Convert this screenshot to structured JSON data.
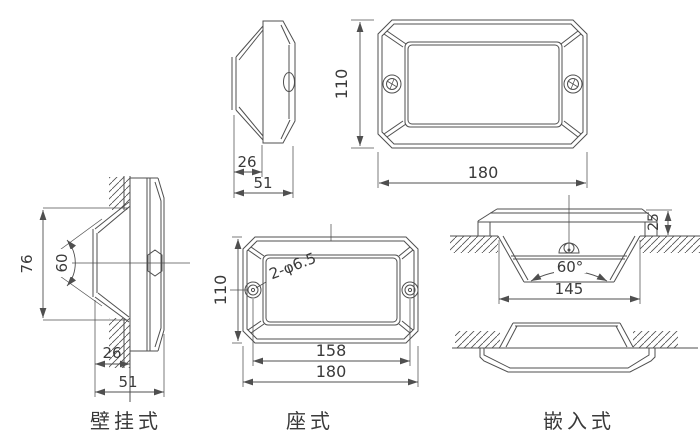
{
  "drawing": {
    "description": "Technical dimension drawing of a lamp fixture in three mounting styles",
    "colors": {
      "line": "#4f4f4f",
      "text": "#3a3a3a",
      "background": "#ffffff"
    },
    "views": {
      "side": {
        "dim_front_depth": "26",
        "dim_total_depth": "51"
      },
      "front": {
        "dim_height": "110",
        "dim_width": "180"
      },
      "wall": {
        "label": "壁挂式",
        "dim_height": "76",
        "dim_angle": "60",
        "dim_front_depth": "26",
        "dim_total_depth": "51"
      },
      "base": {
        "label": "座式",
        "dim_height": "110",
        "dim_holes": "2-φ6.5",
        "dim_hole_span": "158",
        "dim_width": "180"
      },
      "recess_section": {
        "dim_flange": "25",
        "dim_angle": "60°",
        "dim_opening": "145"
      },
      "recess_front": {
        "label": "嵌入式"
      }
    }
  }
}
